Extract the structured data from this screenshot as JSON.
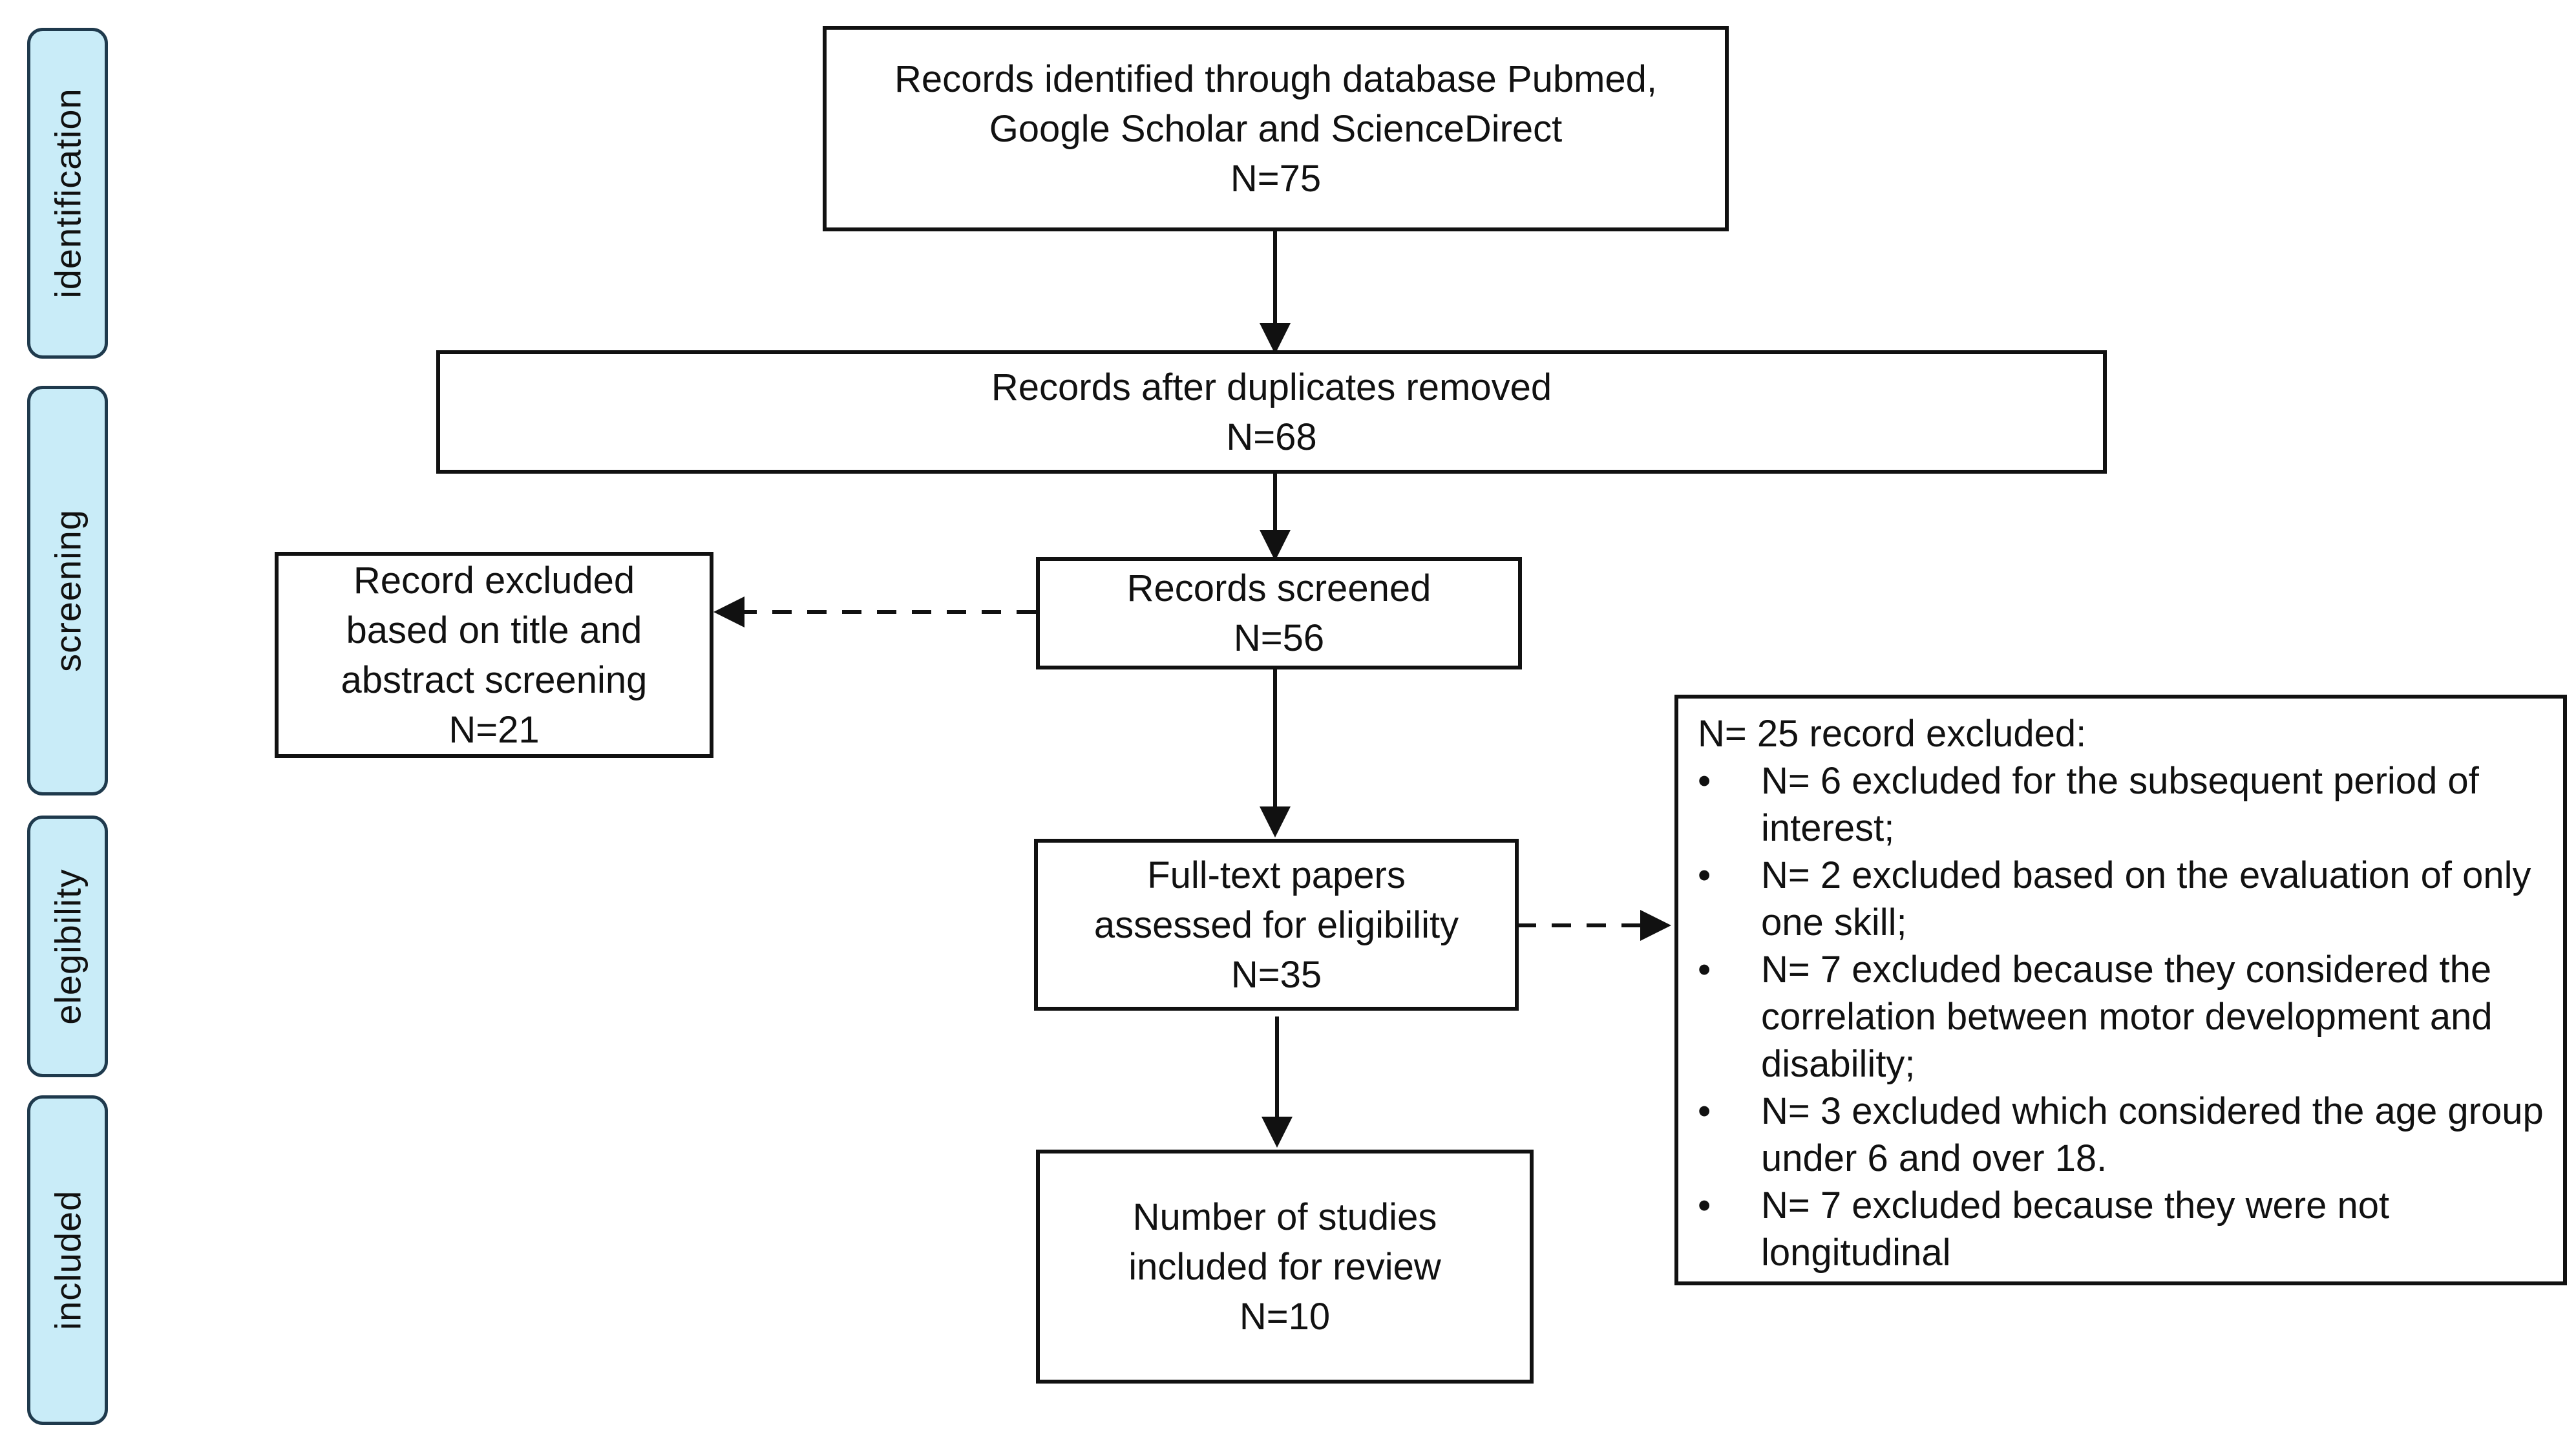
{
  "phases": [
    {
      "label": "identification"
    },
    {
      "label": "screening"
    },
    {
      "label": "elegibility"
    },
    {
      "label": "included"
    }
  ],
  "boxes": {
    "identified": {
      "lines": [
        "Records identified through database Pubmed,",
        "Google Scholar and ScienceDirect",
        "N=75"
      ]
    },
    "duplicates_removed": {
      "lines": [
        "Records after duplicates removed",
        "N=68"
      ]
    },
    "screened": {
      "lines": [
        "Records screened",
        "N=56"
      ]
    },
    "excluded_title_abstract": {
      "lines": [
        "Record excluded",
        "based on title and",
        "abstract screening",
        "N=21"
      ]
    },
    "fulltext": {
      "lines": [
        "Full-text papers",
        "assessed for eligibility",
        "N=35"
      ]
    },
    "included": {
      "lines": [
        "Number of studies",
        "included for review",
        "N=10"
      ]
    }
  },
  "exclusions": {
    "heading": "N= 25 record excluded:",
    "items": [
      "N= 6 excluded for the subsequent period of interest;",
      "N= 2 excluded based on the evaluation of only one skill;",
      "N= 7 excluded because they considered the correlation between motor development and disability;",
      "N= 3 excluded which considered the age group under 6 and over 18.",
      "N= 7 excluded because they were not longitudinal"
    ]
  },
  "colors": {
    "phase_fill": "#c9ecf8",
    "phase_border": "#1f3a4d",
    "box_border": "#111111"
  }
}
